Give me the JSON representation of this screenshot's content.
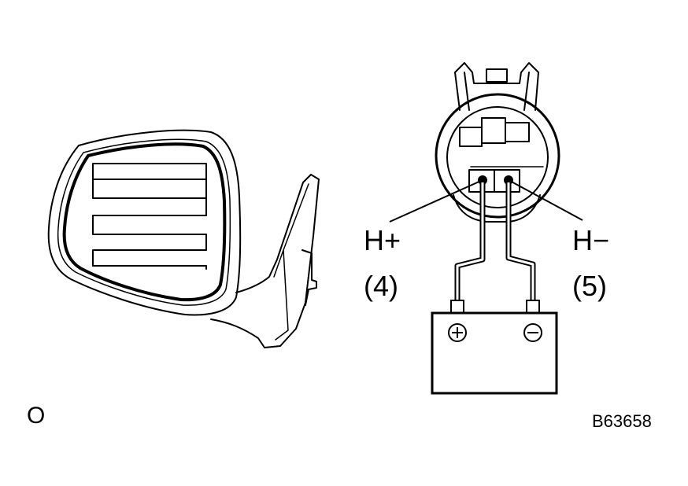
{
  "labels": {
    "heater_positive": "H+",
    "heater_positive_pin": "(4)",
    "heater_negative": "H−",
    "heater_negative_pin": "(5)",
    "corner_mark": "O",
    "figure_code": "B63658"
  },
  "colors": {
    "ink": "#000000",
    "paper": "#ffffff"
  },
  "icons": {
    "battery_plus": "plus-in-circle",
    "battery_minus": "minus-in-circle"
  }
}
